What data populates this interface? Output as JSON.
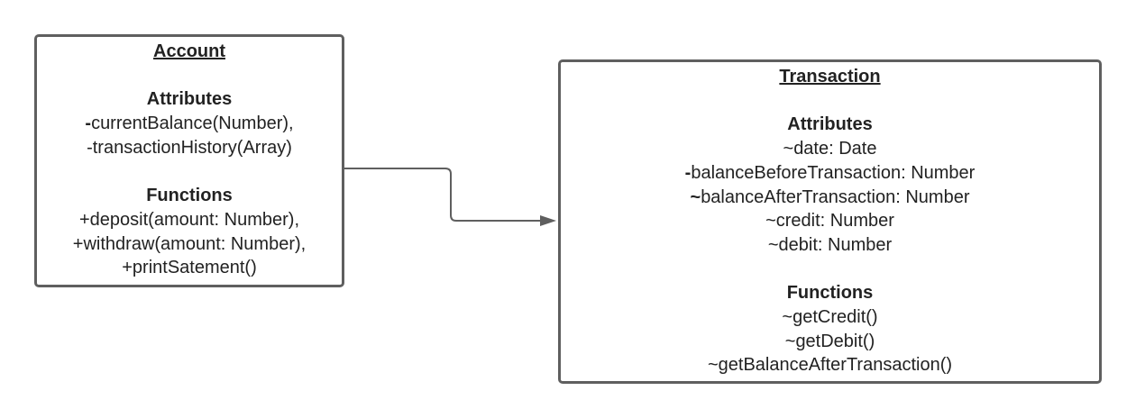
{
  "classes": {
    "account": {
      "name": "Account",
      "attributes_heading": "Attributes",
      "attributes": [
        {
          "marker": "-",
          "text": "currentBalance(Number),"
        },
        {
          "marker": "-",
          "text": "transactionHistory(Array)"
        }
      ],
      "functions_heading": "Functions",
      "functions": [
        {
          "marker": "+",
          "text": "deposit(amount: Number),"
        },
        {
          "marker": "+",
          "text": "withdraw(amount: Number),"
        },
        {
          "marker": "+",
          "text": "printSatement()"
        }
      ]
    },
    "transaction": {
      "name": "Transaction",
      "attributes_heading": "Attributes",
      "attributes": [
        {
          "marker": "~",
          "text": "date: Date"
        },
        {
          "marker": "-",
          "text": "balanceBeforeTransaction: Number"
        },
        {
          "marker": "~",
          "text": "balanceAfterTransaction: Number"
        },
        {
          "marker": "~",
          "text": "credit: Number"
        },
        {
          "marker": "~",
          "text": "debit: Number"
        }
      ],
      "functions_heading": "Functions",
      "functions": [
        {
          "marker": "~",
          "text": "getCredit()"
        },
        {
          "marker": "~",
          "text": "getDebit()"
        },
        {
          "marker": "~",
          "text": "getBalanceAfterTransaction()"
        }
      ]
    }
  },
  "colors": {
    "border": "#5f5f5f",
    "connector": "#5f5f5f",
    "text": "#222222"
  }
}
